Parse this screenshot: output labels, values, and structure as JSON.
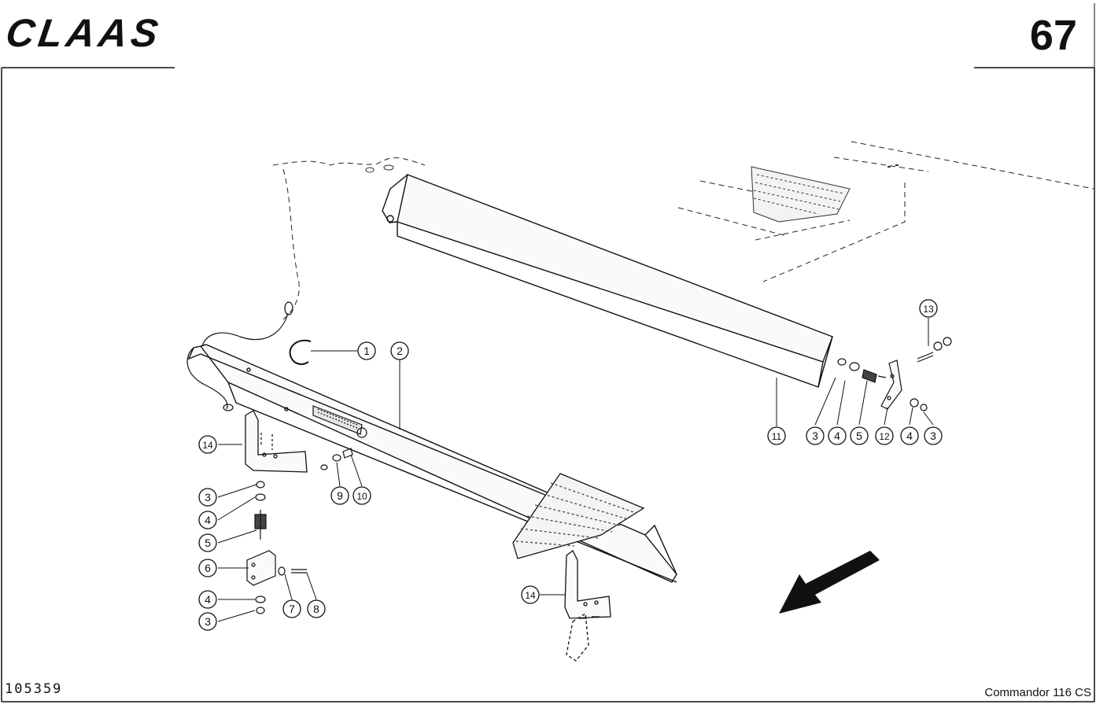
{
  "header": {
    "logo_text": "CLAAS",
    "page_number": "67"
  },
  "footer": {
    "document_number": "105359",
    "model": "Commandor 116 CS"
  },
  "callouts": [
    {
      "label": "1"
    },
    {
      "label": "2"
    },
    {
      "label": "11"
    },
    {
      "label": "3"
    },
    {
      "label": "4"
    },
    {
      "label": "5"
    },
    {
      "label": "12"
    },
    {
      "label": "4"
    },
    {
      "label": "3"
    },
    {
      "label": "13"
    },
    {
      "label": "14"
    },
    {
      "label": "3"
    },
    {
      "label": "4"
    },
    {
      "label": "5"
    },
    {
      "label": "6"
    },
    {
      "label": "4"
    },
    {
      "label": "3"
    },
    {
      "label": "7"
    },
    {
      "label": "8"
    },
    {
      "label": "9"
    },
    {
      "label": "10"
    },
    {
      "label": "14"
    }
  ]
}
